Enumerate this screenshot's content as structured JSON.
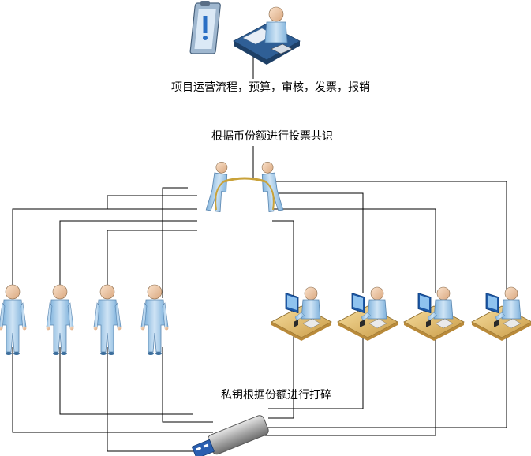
{
  "labels": {
    "top": "项目运营流程，预算，审核，发票，报销",
    "middle": "根据币份额进行投票共识",
    "bottom": "私钥根据份额进行打碎"
  },
  "icons": {
    "clipboard": "clipboard-alert-icon",
    "desk_worker": "office-worker-desk-icon",
    "consensus": "tug-of-war-icon",
    "person": "person-standing-icon",
    "workstation": "computer-workstation-icon",
    "usb": "usb-drive-icon"
  },
  "colors": {
    "line": "#000000",
    "person_fill": "#a9cde9",
    "person_skin": "#f2cfae",
    "desk": "#e8c57a",
    "monitor": "#1e5aa8",
    "usb_body": "#bfbfbf",
    "usb_plug": "#1e4fa0"
  }
}
